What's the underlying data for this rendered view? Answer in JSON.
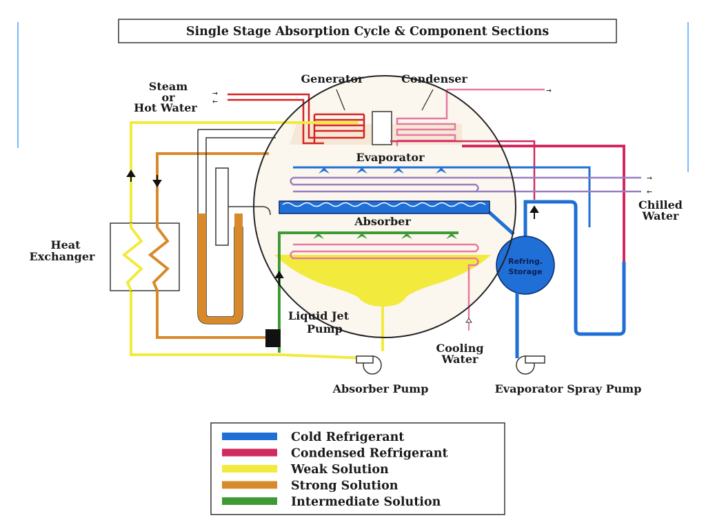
{
  "title": "Single Stage Absorption Cycle & Component Sections",
  "labels": {
    "steam_1": "Steam",
    "steam_2": "or",
    "steam_3": "Hot Water",
    "generator": "Generator",
    "condenser": "Condenser",
    "evaporator": "Evaporator",
    "absorber": "Absorber",
    "chilled_1": "Chilled",
    "chilled_2": "Water",
    "hx_1": "Heat",
    "hx_2": "Exchanger",
    "jet_1": "Liquid Jet",
    "jet_2": "Pump",
    "cooling_1": "Cooling",
    "cooling_2": "Water",
    "absorber_pump": "Absorber Pump",
    "spray_pump": "Evaporator Spray Pump",
    "storage_1": "Refring.",
    "storage_2": "Storage"
  },
  "legend": [
    {
      "label": "Cold Refrigerant",
      "color": "#1f6fd6"
    },
    {
      "label": "Condensed Refrigerant",
      "color": "#d12a5e"
    },
    {
      "label": "Weak Solution",
      "color": "#f2ea3c"
    },
    {
      "label": "Strong Solution",
      "color": "#d8892a"
    },
    {
      "label": "Intermediate Solution",
      "color": "#3f9a35"
    }
  ],
  "colors": {
    "cold_refrigerant": "#1f6fd6",
    "condensed_refrigerant": "#d12a5e",
    "weak_solution": "#f2ea3c",
    "strong_solution": "#d8892a",
    "intermediate_solution": "#3f9a35",
    "steam_line": "#d62020",
    "cooling_line": "#e678a0",
    "chilled_line": "#9a7cc0"
  }
}
